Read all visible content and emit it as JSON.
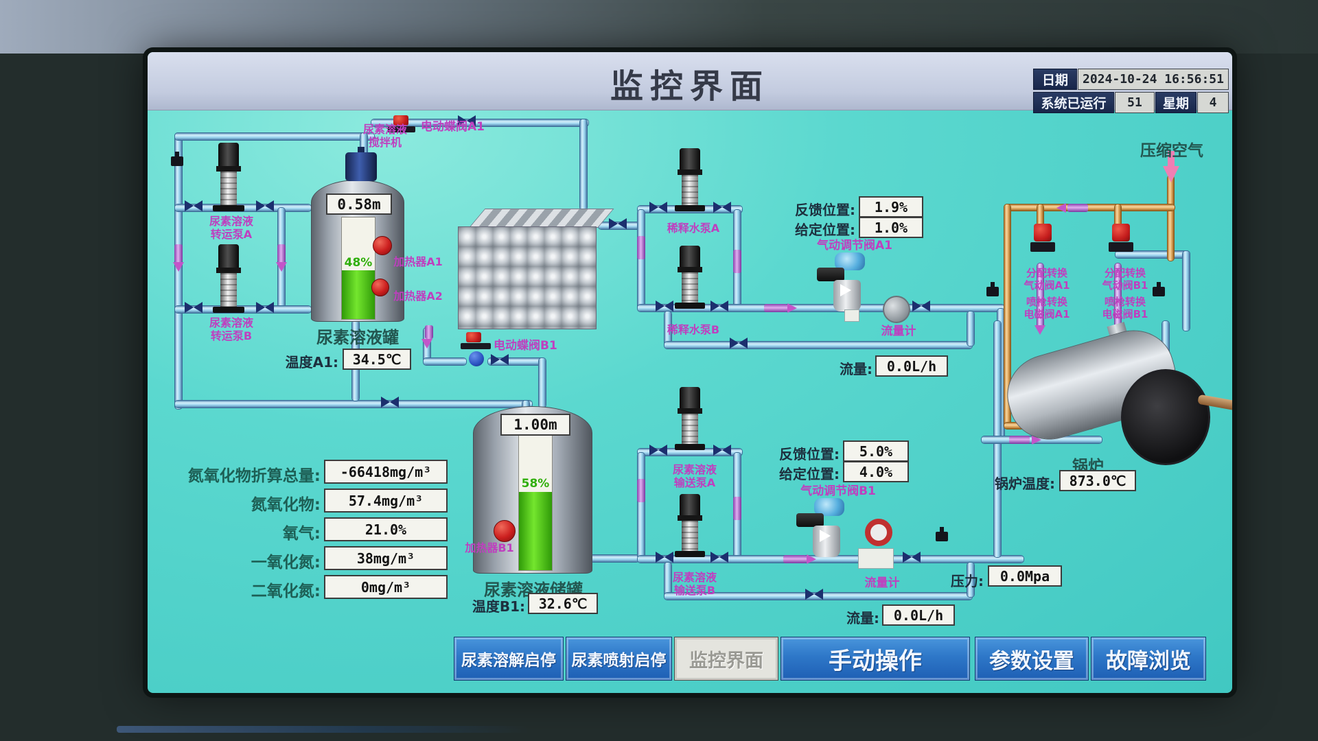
{
  "title": "监控界面",
  "status_bar": {
    "date_label": "日期",
    "date_value": "2024-10-24 16:56:51",
    "uptime_label": "系统已运行",
    "uptime_value": "51",
    "week_label": "星期",
    "week_value": "4"
  },
  "emissions": {
    "rows": [
      {
        "label": "氮氧化物折算总量:",
        "value": "-66418mg/m³"
      },
      {
        "label": "氮氧化物:",
        "value": "57.4mg/m³"
      },
      {
        "label": "氧气:",
        "value": "21.0%"
      },
      {
        "label": "一氧化氮:",
        "value": "38mg/m³"
      },
      {
        "label": "二氧化氮:",
        "value": "0mg/m³"
      }
    ]
  },
  "tank1": {
    "level": "0.58m",
    "percent": "48%",
    "name": "尿素溶液罐",
    "temp_label": "温度A1:",
    "temp_value": "34.5℃",
    "heater1": "加热器A1",
    "heater2": "加热器A2",
    "agitator_line1": "尿素溶液",
    "agitator_line2": "搅拌机",
    "valve_label": "电动蝶阀A1"
  },
  "tank2": {
    "level": "1.00m",
    "percent": "58%",
    "name": "尿素溶液储罐",
    "temp_label": "温度B1:",
    "temp_value": "32.6℃",
    "heater1": "加热器B1",
    "valve_label": "电动蝶阀B1"
  },
  "pumps": {
    "transfer_a": {
      "line1": "尿素溶液",
      "line2": "转运泵A"
    },
    "transfer_b": {
      "line1": "尿素溶液",
      "line2": "转运泵B"
    },
    "dilution_a": "稀释水泵A",
    "dilution_b": "稀释水泵B",
    "supply_a": {
      "line1": "尿素溶液",
      "line2": "输送泵A"
    },
    "supply_b": {
      "line1": "尿素溶液",
      "line2": "输送泵B"
    }
  },
  "line_a": {
    "feedback_label": "反馈位置:",
    "feedback_value": "1.9%",
    "setpoint_label": "给定位置:",
    "setpoint_value": "1.0%",
    "valve_label": "气动调节阀A1",
    "flowmeter_label": "流量计",
    "flow_label": "流量:",
    "flow_value": "0.0L/h"
  },
  "line_b": {
    "feedback_label": "反馈位置:",
    "feedback_value": "5.0%",
    "setpoint_label": "给定位置:",
    "setpoint_value": "4.0%",
    "valve_label": "气动调节阀B1",
    "flowmeter_label": "流量计",
    "flow_label": "流量:",
    "flow_value": "0.0L/h",
    "pressure_label": "压力:",
    "pressure_value": "0.0Mpa"
  },
  "right_section": {
    "air_label": "压缩空气",
    "dist_valve_a": {
      "line1": "分配转换",
      "line2": "气动阀A1"
    },
    "dist_valve_b": {
      "line1": "分配转换",
      "line2": "气动阀B1"
    },
    "gun_valve_a": {
      "line1": "喷枪转换",
      "line2": "电磁阀A1"
    },
    "gun_valve_b": {
      "line1": "喷枪转换",
      "line2": "电磁阀B1"
    },
    "boiler_label": "锅炉",
    "boiler_temp_label": "锅炉温度:",
    "boiler_temp_value": "873.0℃"
  },
  "nav": {
    "buttons": [
      {
        "label": "尿素溶解启停"
      },
      {
        "label": "尿素喷射启停"
      },
      {
        "label": "监控界面"
      },
      {
        "label": "手动操作"
      },
      {
        "label": "参数设置"
      },
      {
        "label": "故障浏览"
      }
    ]
  }
}
